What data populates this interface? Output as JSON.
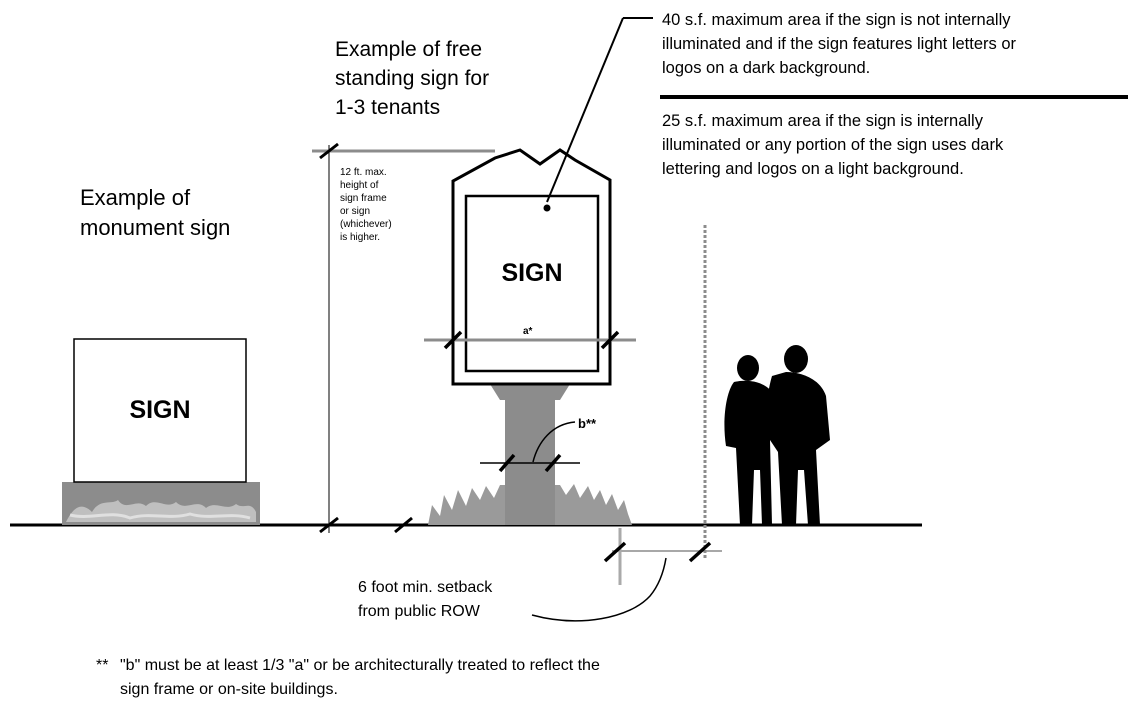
{
  "colors": {
    "ink": "#000000",
    "gray": "#8c8c8c",
    "background": "#ffffff"
  },
  "freestanding_heading": [
    "Example of free",
    "standing sign for",
    "1-3 tenants"
  ],
  "monument_heading": [
    "Example of",
    "monument sign"
  ],
  "monument_sign_text": "SIGN",
  "freestanding_sign_text": "SIGN",
  "height_note": [
    "12 ft. max.",
    "height of",
    "sign frame",
    "or sign",
    "(whichever)",
    "is higher."
  ],
  "width_label_a": "a*",
  "width_label_b": "b**",
  "area_note_40": [
    "40 s.f. maximum area if the sign is not internally",
    "illuminated and if the sign features light letters or",
    "logos on a dark background."
  ],
  "area_note_25": [
    "25 s.f. maximum area if the sign is internally",
    "illuminated or any portion of the sign uses dark",
    "lettering and logos on a light background."
  ],
  "setback_note": [
    "6 foot min. setback",
    "from public ROW"
  ],
  "footnote_marker": "**",
  "footnote": [
    "\"b\" must be at least 1/3 \"a\" or be architecturally treated to reflect the",
    "sign frame or on-site buildings."
  ],
  "icons": [
    "pedestrians-silhouette-icon"
  ]
}
